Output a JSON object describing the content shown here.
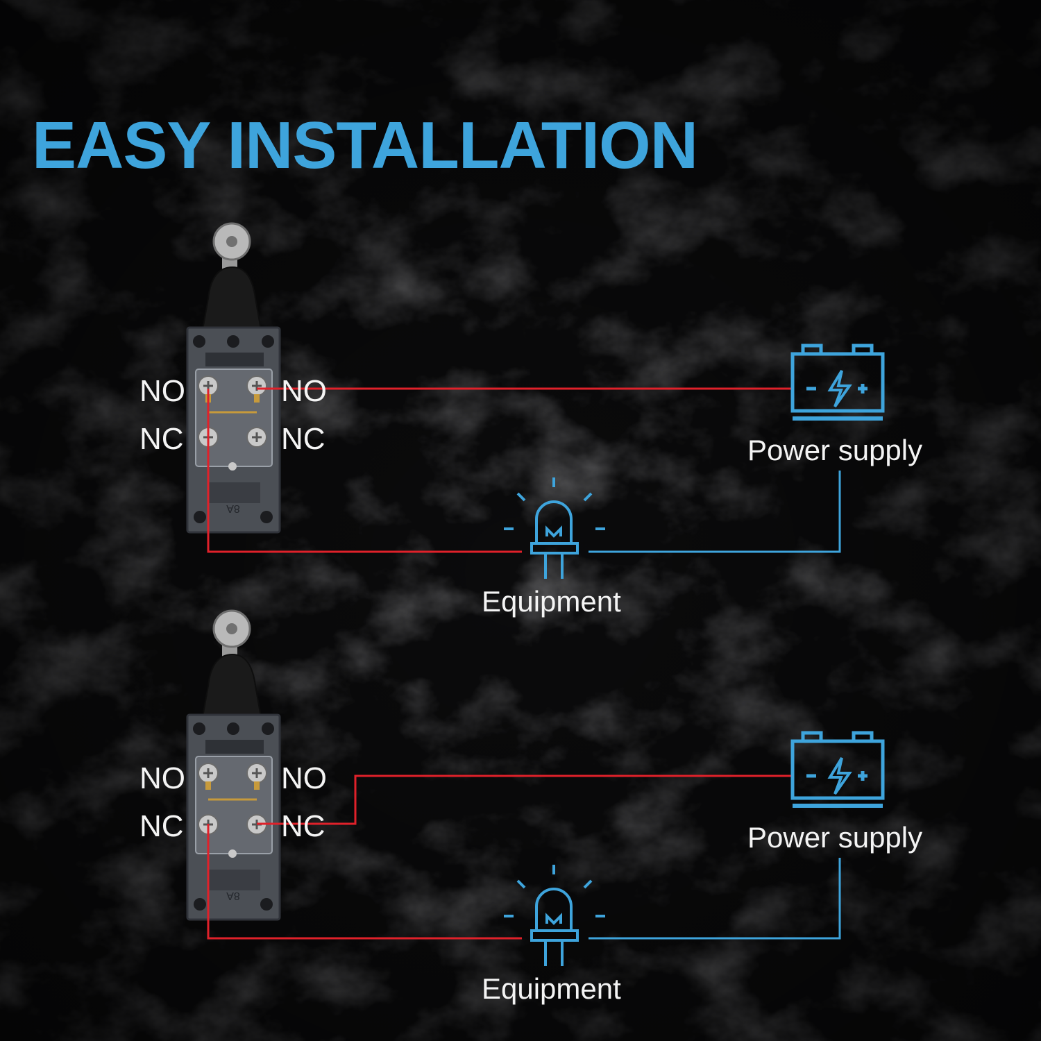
{
  "title": "EASY INSTALLATION",
  "colors": {
    "accent": "#3ea4dc",
    "wire_red": "#e0212a",
    "wire_blue": "#3ea4dc",
    "text": "#f4f4f4",
    "background": "#0b0b0c"
  },
  "diagrams": [
    {
      "wiring": "NO",
      "terminals": {
        "left_no": "NO",
        "left_nc": "NC",
        "right_no": "NO",
        "right_nc": "NC"
      },
      "power_label": "Power supply",
      "equipment_label": "Equipment",
      "power_icon": "battery-icon",
      "equipment_icon": "led-bulb-icon",
      "switch_marking": "8A"
    },
    {
      "wiring": "NC",
      "terminals": {
        "left_no": "NO",
        "left_nc": "NC",
        "right_no": "NO",
        "right_nc": "NC"
      },
      "power_label": "Power supply",
      "equipment_label": "Equipment",
      "power_icon": "battery-icon",
      "equipment_icon": "led-bulb-icon",
      "switch_marking": "8A"
    }
  ]
}
